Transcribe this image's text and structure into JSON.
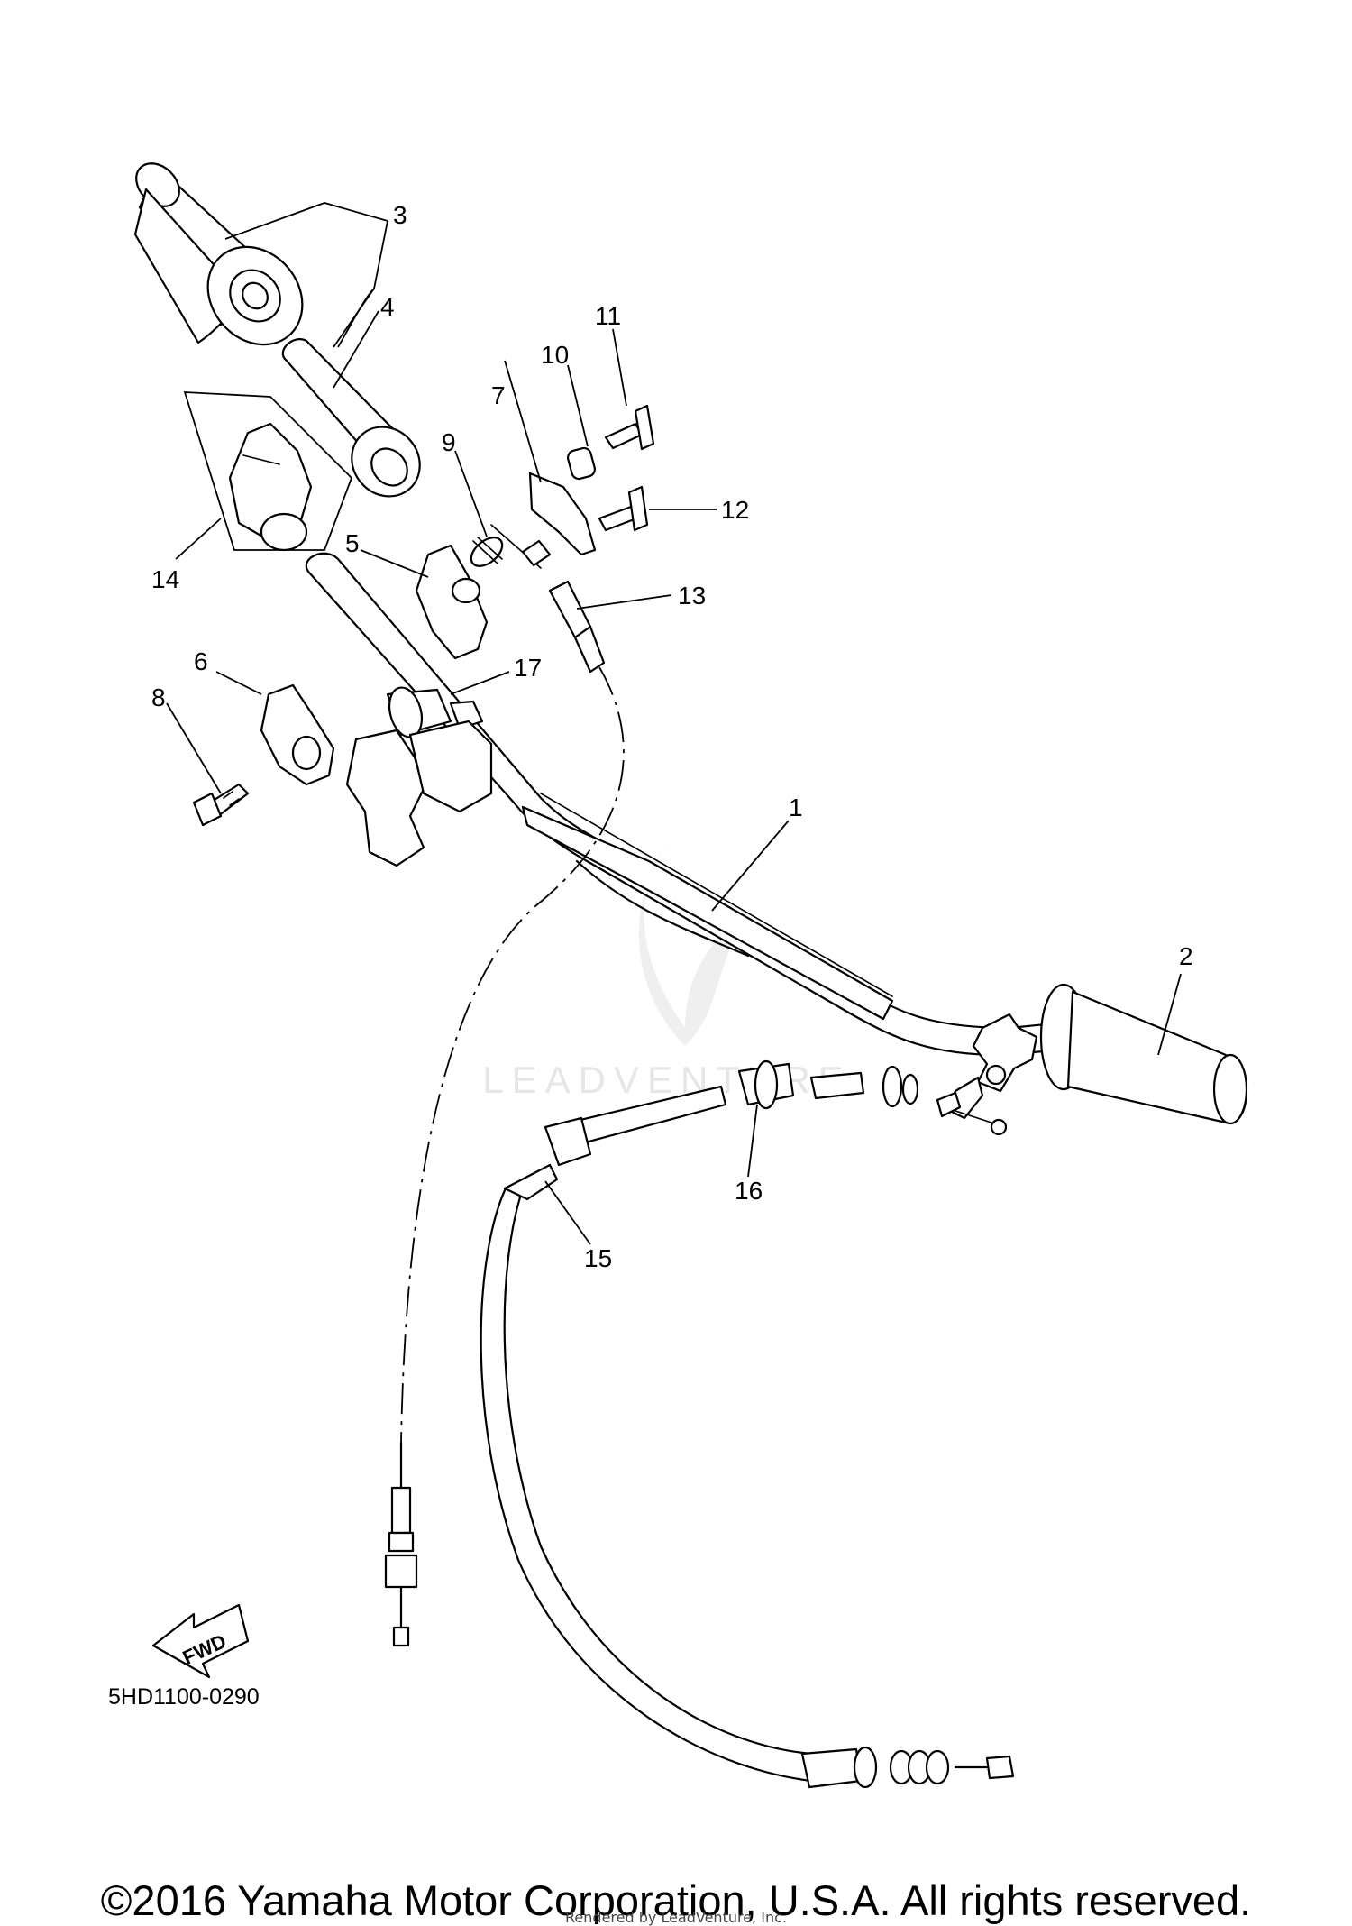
{
  "diagram": {
    "code": "5HD1100-0290",
    "fwd_label": "FWD",
    "watermark": "LEADVENTURE",
    "callouts": [
      {
        "id": "1",
        "label": "1"
      },
      {
        "id": "2",
        "label": "2"
      },
      {
        "id": "3",
        "label": "3"
      },
      {
        "id": "4",
        "label": "4"
      },
      {
        "id": "5",
        "label": "5"
      },
      {
        "id": "6",
        "label": "6"
      },
      {
        "id": "7",
        "label": "7"
      },
      {
        "id": "8",
        "label": "8"
      },
      {
        "id": "9",
        "label": "9"
      },
      {
        "id": "10",
        "label": "10"
      },
      {
        "id": "11",
        "label": "11"
      },
      {
        "id": "12",
        "label": "12"
      },
      {
        "id": "13",
        "label": "13"
      },
      {
        "id": "14",
        "label": "14"
      },
      {
        "id": "15",
        "label": "15"
      },
      {
        "id": "16",
        "label": "16"
      },
      {
        "id": "17",
        "label": "17"
      }
    ]
  },
  "footer": {
    "copyright": "©2016 Yamaha Motor Corporation, U.S.A. All rights reserved.",
    "rendered_by": "Rendered by LeadVenture, Inc."
  }
}
